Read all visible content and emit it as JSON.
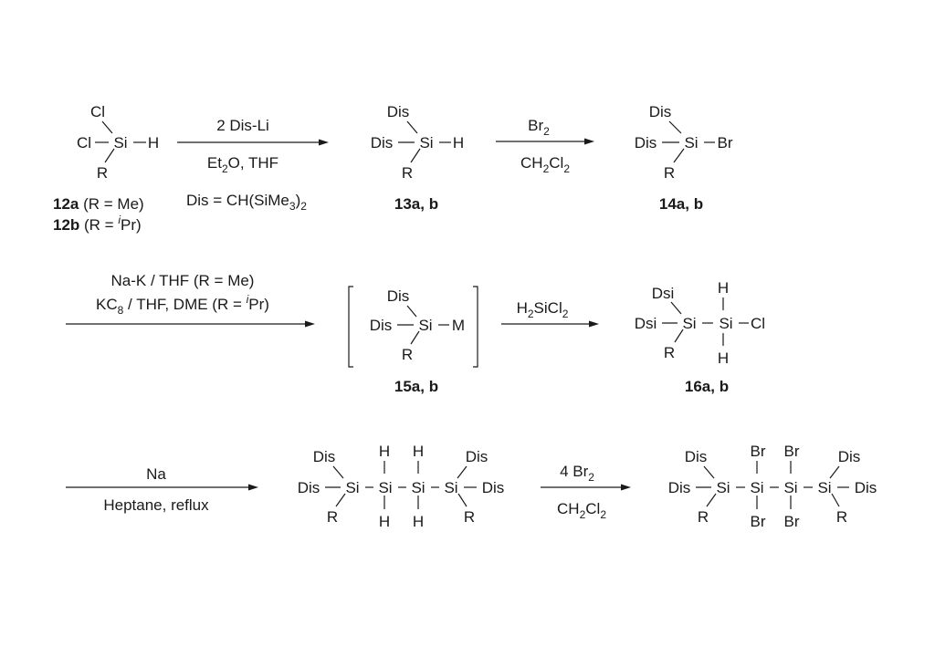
{
  "atoms": {
    "si": "Si",
    "cl": "Cl",
    "h": "H",
    "r": "R",
    "dis": "Dis",
    "dsi": "Dsi",
    "m": "M",
    "br": "Br"
  },
  "reaction1": {
    "above": "2 Dis-Li",
    "below_a": "Et",
    "below_sub": "2",
    "below_b": "O, THF",
    "def_a": "Dis = CH(SiMe",
    "def_sub1": "3",
    "def_b": ")",
    "def_sub2": "2"
  },
  "reaction2": {
    "above_a": "Br",
    "above_sub": "2",
    "below_a": "CH",
    "below_sub1": "2",
    "below_b": "Cl",
    "below_sub2": "2"
  },
  "reaction3": {
    "line1": "Na-K / THF (R = Me)",
    "line2_a": "KC",
    "line2_sub": "8",
    "line2_b": " / THF, DME (R = ",
    "line2_sup": "i",
    "line2_c": "Pr)"
  },
  "reaction4": {
    "above_a": "H",
    "above_sub1": "2",
    "above_b": "SiCl",
    "above_sub2": "2"
  },
  "reaction5": {
    "above": "Na",
    "below": "Heptane, reflux"
  },
  "reaction6": {
    "above_a": "4 Br",
    "above_sub": "2",
    "below_a": "CH",
    "below_sub1": "2",
    "below_b": "Cl",
    "below_sub2": "2"
  },
  "labels": {
    "c12a_num": "12a",
    "c12a_rest": " (R = Me)",
    "c12b_num": "12b",
    "c12b_a": " (R = ",
    "c12b_sup": "i",
    "c12b_b": "Pr)",
    "c13": "13a, b",
    "c14": "14a, b",
    "c15": "15a, b",
    "c16": "16a, b"
  }
}
